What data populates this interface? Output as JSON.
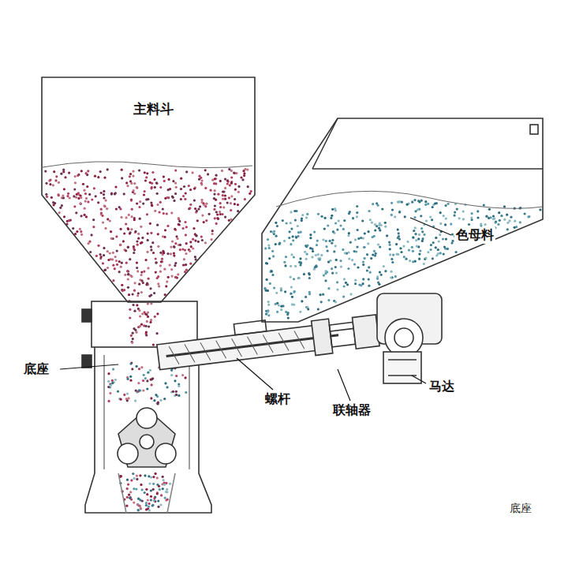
{
  "diagram": {
    "nodes": [
      {
        "text": [
          "主料斗"
        ]
      }
    ],
    "labels": [
      "色母料",
      "底座",
      "螺杆",
      "联轴器",
      "马达",
      "底座"
    ]
  }
}
